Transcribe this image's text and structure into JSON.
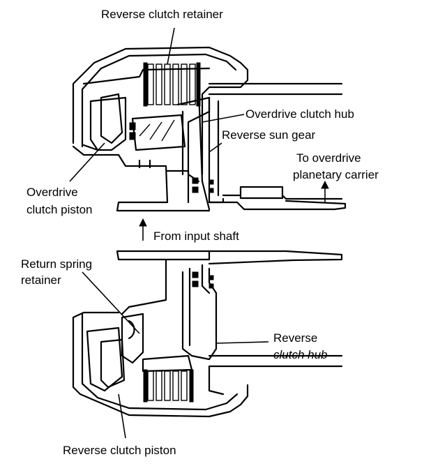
{
  "labels": {
    "reverse_clutch_retainer": "Reverse clutch retainer",
    "overdrive_clutch_hub": "Overdrive clutch hub",
    "reverse_sun_gear": "Reverse sun gear",
    "to_overdrive_line1": "To overdrive",
    "to_overdrive_line2": "planetary carrier",
    "overdrive_clutch_piston_line1": "Overdrive",
    "overdrive_clutch_piston_line2": "clutch piston",
    "from_input_shaft": "From input shaft",
    "return_spring_line1": "Return spring",
    "return_spring_line2": "retainer",
    "reverse_clutch_hub_line1": "Reverse",
    "reverse_clutch_hub_line2": "clutch hub",
    "reverse_clutch_piston": "Reverse clutch piston"
  }
}
